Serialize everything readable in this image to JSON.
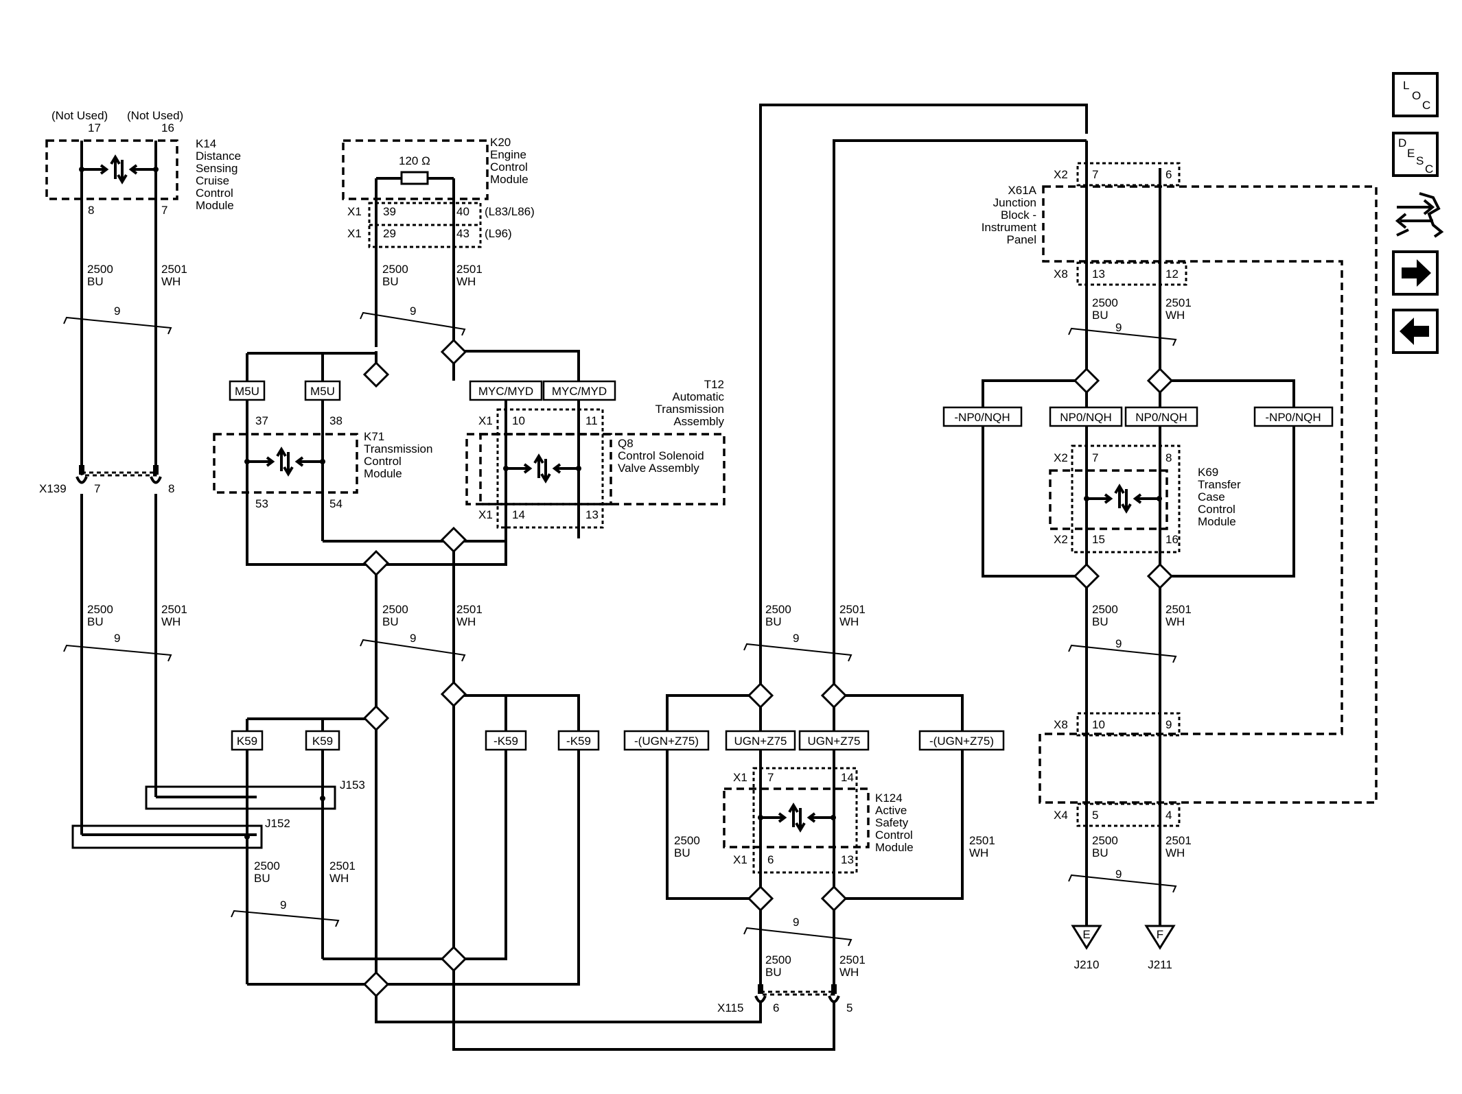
{
  "modules": {
    "k14": {
      "label": [
        "K14",
        "Distance",
        "Sensing",
        "Cruise",
        "Control",
        "Module"
      ],
      "not_used": "(Not Used)",
      "pins": [
        "17",
        "16",
        "8",
        "7"
      ]
    },
    "k20": {
      "label": [
        "K20",
        "Engine",
        "Control",
        "Module"
      ],
      "resistor": "120 Ω",
      "connector": "X1",
      "pins": [
        "39",
        "40",
        "29",
        "43"
      ],
      "options": [
        "(L83/L86)",
        "(L96)"
      ]
    },
    "t12": {
      "label": [
        "T12",
        "Automatic",
        "Transmission",
        "Assembly"
      ]
    },
    "k71": {
      "label": [
        "K71",
        "Transmission",
        "Control",
        "Module"
      ],
      "pins": [
        "37",
        "38",
        "53",
        "54"
      ]
    },
    "q8": {
      "label": [
        "Q8",
        "Control Solenoid",
        "Valve Assembly"
      ],
      "connector": "X1",
      "pins": [
        "10",
        "11",
        "14",
        "13"
      ]
    },
    "x139": {
      "label": "X139",
      "pins": [
        "7",
        "8"
      ]
    },
    "j153": {
      "label": "J153"
    },
    "j152": {
      "label": "J152"
    },
    "k124": {
      "label": [
        "K124",
        "Active",
        "Safety",
        "Control",
        "Module"
      ],
      "connector": "X1",
      "pins": [
        "7",
        "14",
        "6",
        "13"
      ]
    },
    "x115": {
      "label": "X115",
      "pins": [
        "6",
        "5"
      ]
    },
    "x61a": {
      "label": [
        "X61A",
        "Junction",
        "Block -",
        "Instrument",
        "Panel"
      ],
      "connectors": [
        "X2",
        "X8",
        "X8",
        "X4"
      ],
      "pins": [
        "7",
        "6",
        "13",
        "12",
        "10",
        "9",
        "5",
        "4"
      ]
    },
    "k69": {
      "label": [
        "K69",
        "Transfer",
        "Case",
        "Control",
        "Module"
      ],
      "connector": "X2",
      "pins": [
        "7",
        "8",
        "15",
        "16"
      ]
    },
    "j210": {
      "label": "J210",
      "letter": "E"
    },
    "j211": {
      "label": "J211",
      "letter": "F"
    }
  },
  "wires": {
    "bu_circuit": "2500",
    "wh_circuit": "2501",
    "bu_color": "BU",
    "wh_color": "WH",
    "twist": "9"
  },
  "options": {
    "m5u": "M5U",
    "myc": "MYC/MYD",
    "k59": "K59",
    "nk59": "-K59",
    "ugn": "UGN+Z75",
    "nugn": "-(UGN+Z75)",
    "np0": "NP0/NQH",
    "nnp0": "-NP0/NQH"
  },
  "nav_icons": [
    "loc-icon",
    "desc-icon",
    "troubleshooting-icon",
    "next-arrow-icon",
    "previous-arrow-icon"
  ],
  "nav_text": {
    "loc": [
      "L",
      "O",
      "C"
    ],
    "desc": [
      "D",
      "E",
      "S",
      "C"
    ]
  }
}
